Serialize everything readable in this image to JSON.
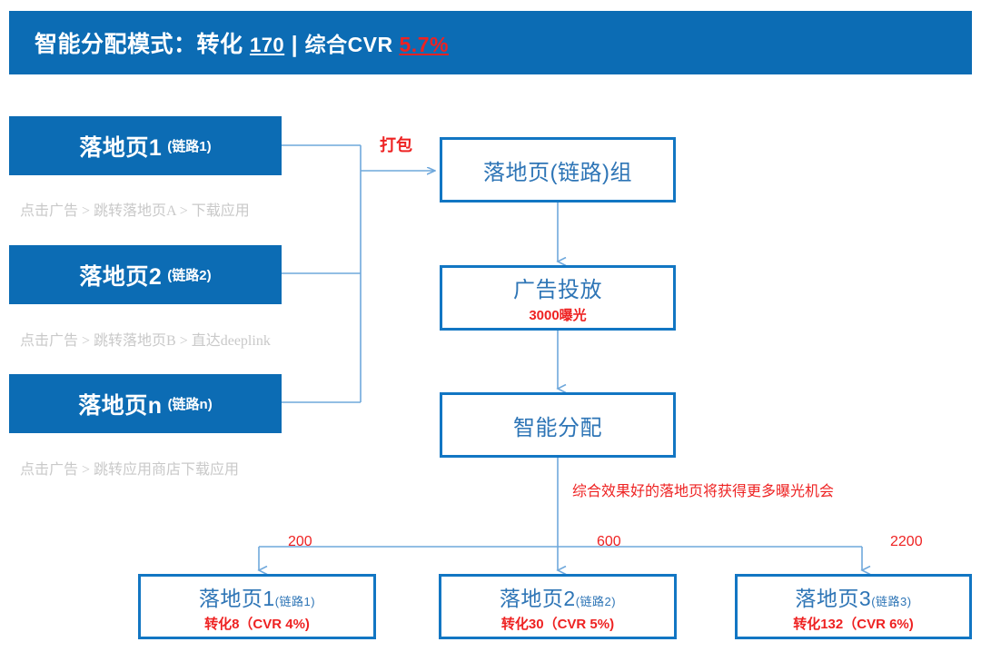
{
  "header": {
    "prefix": "智能分配模式：转化 ",
    "conversions": "170",
    "separator": " | ",
    "cvr_label": "综合CVR ",
    "cvr_value": "5.7%",
    "background_color": "#0C6CB4",
    "text_color": "#FFFFFF",
    "highlight_color": "#EE2222"
  },
  "sources": [
    {
      "main": "落地页1",
      "sub": "(链路1)",
      "caption": "点击广告 > 跳转落地页A > 下载应用"
    },
    {
      "main": "落地页2",
      "sub": "(链路2)",
      "caption": "点击广告 > 跳转落地页B > 直达deeplink"
    },
    {
      "main": "落地页n",
      "sub": "(链路n)",
      "caption": "点击广告 > 跳转应用商店下载应用"
    }
  ],
  "pipeline": {
    "pack_label": "打包",
    "group_box": {
      "title": "落地页(链路)组"
    },
    "ad_box": {
      "title": "广告投放",
      "metric": "3000曝光"
    },
    "alloc_box": {
      "title": "智能分配"
    },
    "alloc_note": "综合效果好的落地页将获得更多曝光机会"
  },
  "results": [
    {
      "main": "落地页1",
      "sub": "(链路1)",
      "metric": "转化8（CVR 4%)",
      "impressions": "200"
    },
    {
      "main": "落地页2",
      "sub": "(链路2)",
      "metric": "转化30（CVR 5%)",
      "impressions": "600"
    },
    {
      "main": "落地页3",
      "sub": "(链路3)",
      "metric": "转化132（CVR 6%)",
      "impressions": "2200"
    }
  ],
  "colors": {
    "brand_blue": "#0C6CB4",
    "outline_blue": "#1276C3",
    "text_blue": "#2E75B6",
    "connector_blue": "#6FA8DC",
    "red": "#EE2222",
    "caption_gray": "#C9C9C9"
  }
}
